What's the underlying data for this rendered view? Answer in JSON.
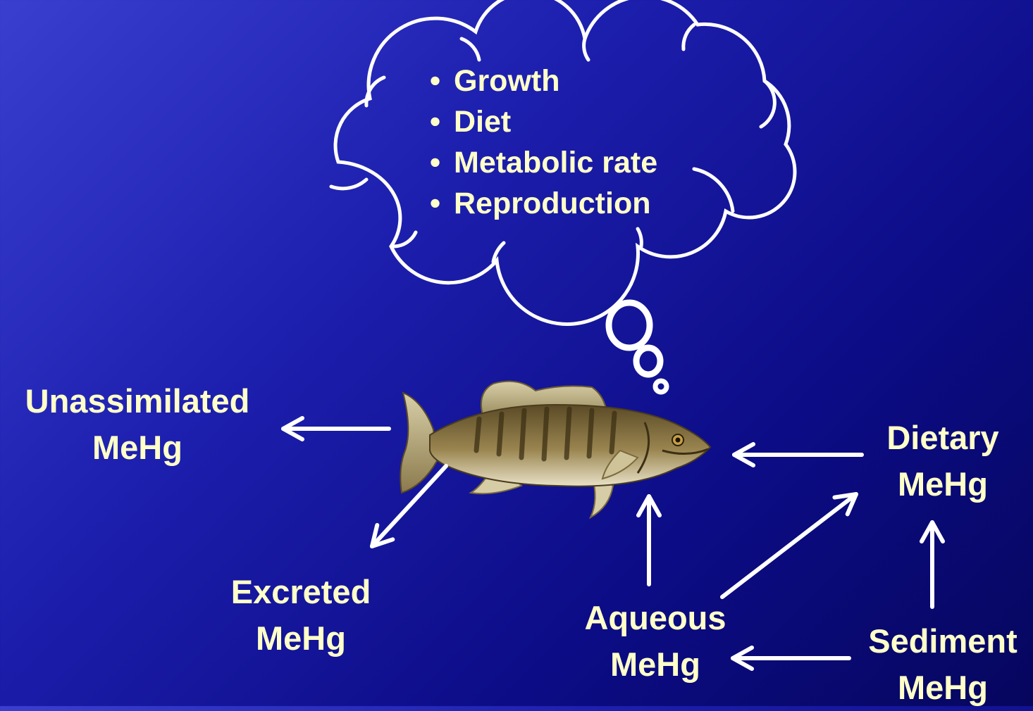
{
  "thought_bubble": {
    "items": [
      "Growth",
      "Diet",
      "Metabolic rate",
      "Reproduction"
    ]
  },
  "nodes": {
    "unassimilated": {
      "line1": "Unassimilated",
      "line2": "MeHg"
    },
    "excreted": {
      "line1": "Excreted",
      "line2": "MeHg"
    },
    "dietary": {
      "line1": "Dietary",
      "line2": "MeHg"
    },
    "aqueous": {
      "line1": "Aqueous",
      "line2": "MeHg"
    },
    "sediment": {
      "line1": "Sediment",
      "line2": "MeHg"
    }
  },
  "colors": {
    "text": "#ffffc8",
    "lines": "#ffffff",
    "background": "#0c0c86"
  },
  "icons": {
    "fish": "smallmouth-bass-illustration"
  }
}
